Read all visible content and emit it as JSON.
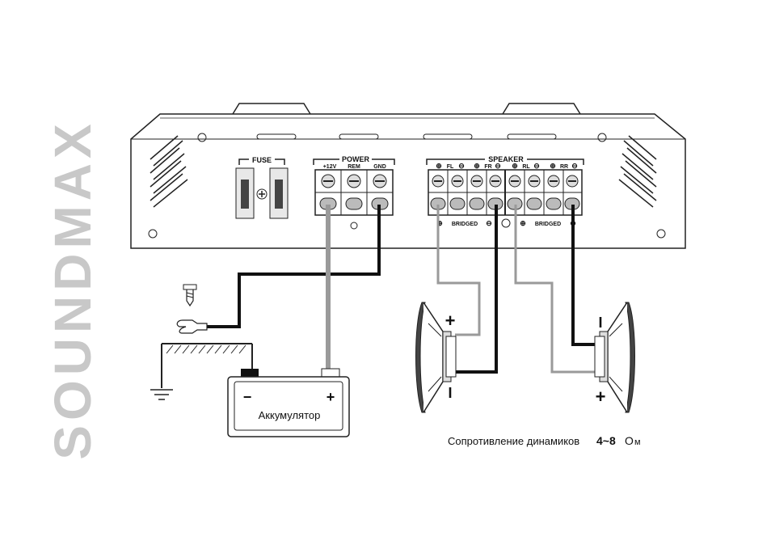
{
  "brand": "SOUNDMAX",
  "amplifier": {
    "fuse_label": "FUSE",
    "power_label": "POWER",
    "power_terminals": [
      "+12V",
      "REM",
      "GND"
    ],
    "speaker_label": "SPEAKER",
    "speaker_channels": [
      "FL",
      "FR",
      "RL",
      "RR"
    ],
    "bridged_label": "BRIDGED"
  },
  "battery": {
    "label": "Аккумулятор",
    "minus": "−",
    "plus": "+"
  },
  "speakers": {
    "left_plus": "+",
    "left_minus": "I",
    "right_plus": "+",
    "right_minus": "I"
  },
  "impedance": {
    "label": "Сопротивление динамиков",
    "value": "4~8",
    "unit_first": "O",
    "unit_rest": "м"
  },
  "colors": {
    "wire_black": "#111111",
    "wire_gray": "#9a9a9a",
    "brand_gray": "#c8c8c8"
  }
}
